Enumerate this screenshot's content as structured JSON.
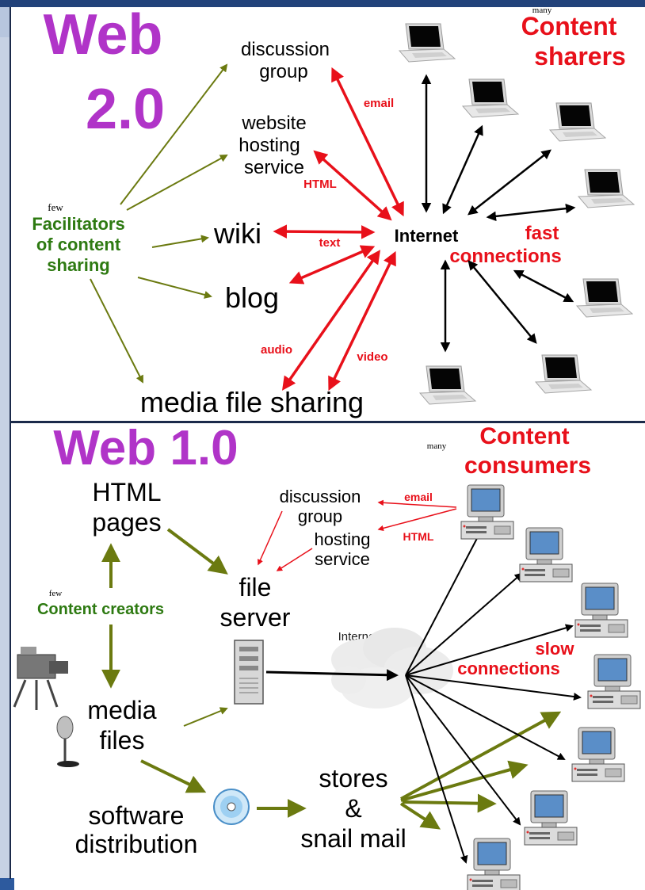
{
  "web20": {
    "title_line1": "Web",
    "title_line2": "2.0",
    "many_label": "many",
    "sharers_line1": "Content",
    "sharers_line2": "sharers",
    "few_label": "few",
    "facilitators_line1": "Facilitators",
    "facilitators_line2": "of content",
    "facilitators_line3": "sharing",
    "discussion_line1": "discussion",
    "discussion_line2": "group",
    "website_line1": "website",
    "website_line2": "hosting",
    "website_line3": "service",
    "wiki": "wiki",
    "blog": "blog",
    "media_sharing": "media file sharing",
    "internet": "Internet",
    "email": "email",
    "html": "HTML",
    "text": "text",
    "audio": "audio",
    "video": "video",
    "fast_line1": "fast",
    "fast_line2": "connections"
  },
  "web10": {
    "title": "Web 1.0",
    "many_label": "many",
    "consumers_line1": "Content",
    "consumers_line2": "consumers",
    "html_pages_line1": "HTML",
    "html_pages_line2": "pages",
    "few_label": "few",
    "creators": "Content creators",
    "discussion_line1": "discussion",
    "discussion_line2": "group",
    "hosting_line1": "hosting",
    "hosting_line2": "service",
    "email": "email",
    "html": "HTML",
    "file_line1": "file",
    "file_line2": "server",
    "internet": "Internet",
    "slow_line1": "slow",
    "slow_line2": "connections",
    "media_line1": "media",
    "media_line2": "files",
    "software_line1": "software",
    "software_line2": "distribution",
    "stores_line1": "stores",
    "stores_line2": "&",
    "stores_line3": "snail mail"
  },
  "colors": {
    "purple": "#b034c8",
    "red": "#e8101a",
    "green": "#2e7a12",
    "olive": "#6b7a10"
  }
}
